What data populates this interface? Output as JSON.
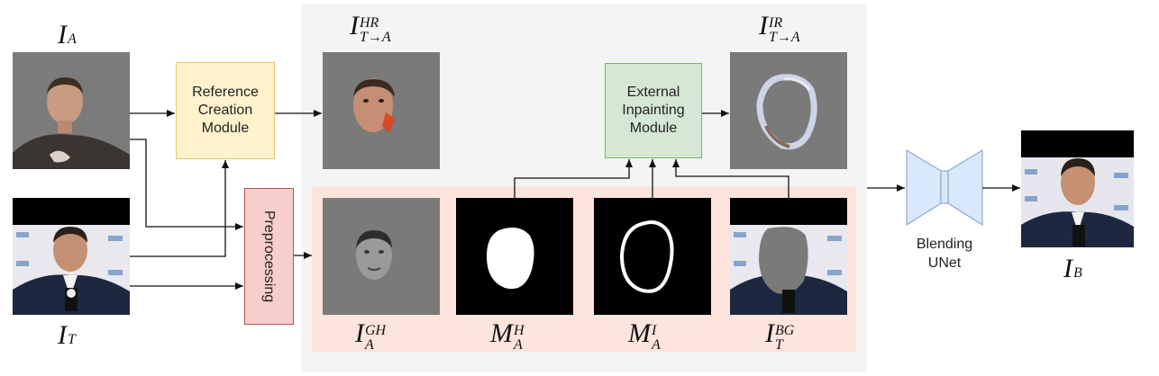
{
  "figure": {
    "labels": {
      "ia": {
        "base": "I",
        "sub": "A",
        "sup": ""
      },
      "it": {
        "base": "I",
        "sub": "T",
        "sup": ""
      },
      "ihr": {
        "base": "I",
        "sub": "T→A",
        "sup": "HR"
      },
      "iir": {
        "base": "I",
        "sub": "T→A",
        "sup": "IR"
      },
      "igh": {
        "base": "I",
        "sub": "A",
        "sup": "GH"
      },
      "mh": {
        "base": "M",
        "sub": "A",
        "sup": "H"
      },
      "mi": {
        "base": "M",
        "sub": "A",
        "sup": "I"
      },
      "ibg": {
        "base": "I",
        "sub": "T",
        "sup": "BG"
      },
      "ib": {
        "base": "I",
        "sub": "B",
        "sup": ""
      }
    },
    "modules": {
      "reference_creation": "Reference\nCreation\nModule",
      "external_inpainting": "External\nInpainting\nModule",
      "preprocessing": "Preprocessing",
      "blending_unet": "Blending\nUNet"
    },
    "colors": {
      "reference_fill": "#fff2cc",
      "inpainting_fill": "#d5e8d4",
      "preprocessing_fill": "#f8cecc",
      "unet_fill": "#dae8fc",
      "highlight_strip": "#fde4dc",
      "panel_background": "#f4f4f4",
      "gray_canvas": "#7a7a7a"
    }
  }
}
